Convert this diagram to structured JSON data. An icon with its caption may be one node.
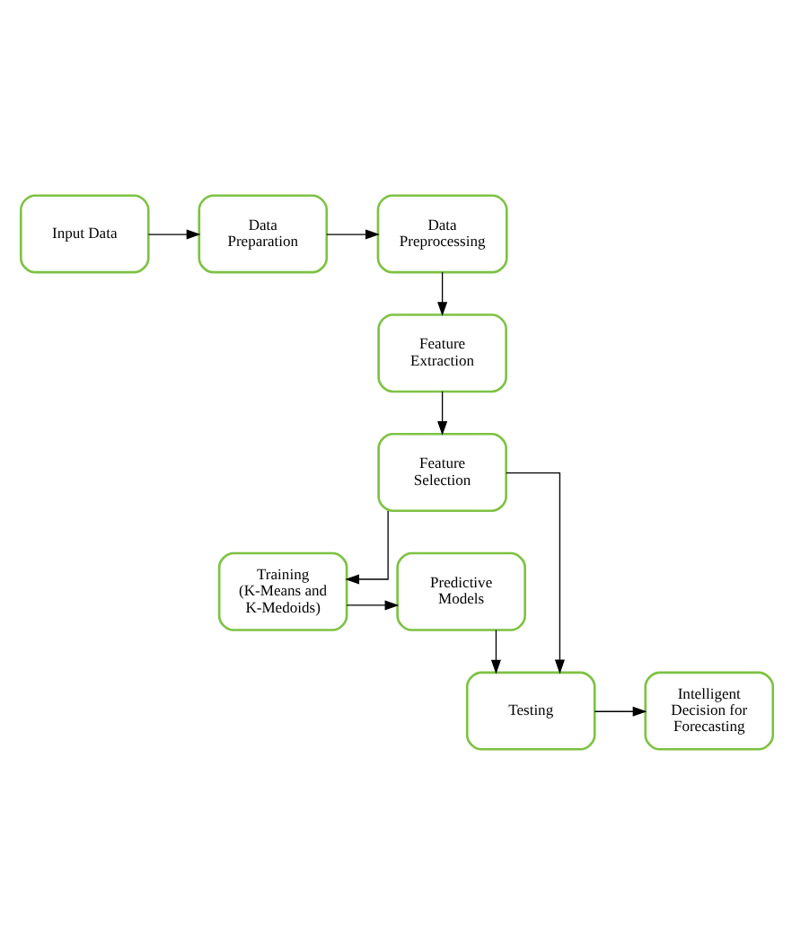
{
  "diagram": {
    "nodes": [
      {
        "text": [
          "Input Data"
        ]
      },
      {
        "text": [
          "Data Preparation"
        ]
      },
      {
        "text": [
          "Data Preprocessing"
        ]
      },
      {
        "text": [
          "Feature Extraction"
        ]
      },
      {
        "text": [
          "Feature Selection"
        ]
      },
      {
        "text": [
          "Training (K-Means and K-Medoids)"
        ]
      },
      {
        "text": [
          "Predictive Models"
        ]
      },
      {
        "text": [
          "Testing"
        ]
      },
      {
        "text": [
          "Intelligent Decision for Forecasting"
        ]
      }
    ],
    "edges": [
      {
        "from": 0,
        "to": 1,
        "arrow": "to"
      },
      {
        "from": 1,
        "to": 2,
        "arrow": "to"
      },
      {
        "from": 2,
        "to": 3,
        "arrow": "to"
      },
      {
        "from": 3,
        "to": 4,
        "arrow": "to"
      },
      {
        "from": 4,
        "to": 5,
        "arrow": "to"
      },
      {
        "from": 5,
        "to": 6,
        "arrow": "to"
      },
      {
        "from": 6,
        "to": 7,
        "arrow": "to"
      },
      {
        "from": 4,
        "to": 7,
        "arrow": "to"
      },
      {
        "from": 7,
        "to": 8,
        "arrow": "to"
      }
    ]
  }
}
